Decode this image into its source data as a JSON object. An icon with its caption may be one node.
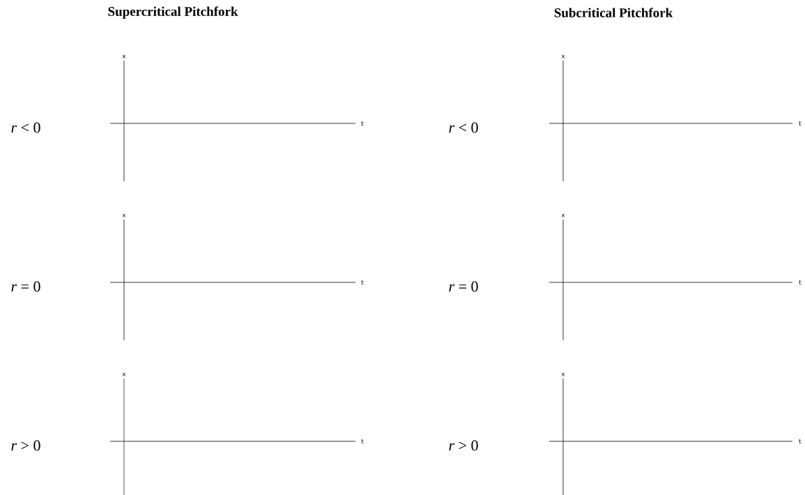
{
  "diagram": {
    "labels": [
      "Supercritical Pitchfork",
      "Subcritical Pitchfork",
      "x",
      "x",
      "*r* < 0",
      "t",
      "*r* < 0",
      "t",
      "x",
      "x",
      "*r* = 0",
      "t",
      "*r* = 0",
      "t",
      "x",
      "x",
      "*r* > 0",
      "t",
      "*r* > 0",
      "t"
    ]
  }
}
